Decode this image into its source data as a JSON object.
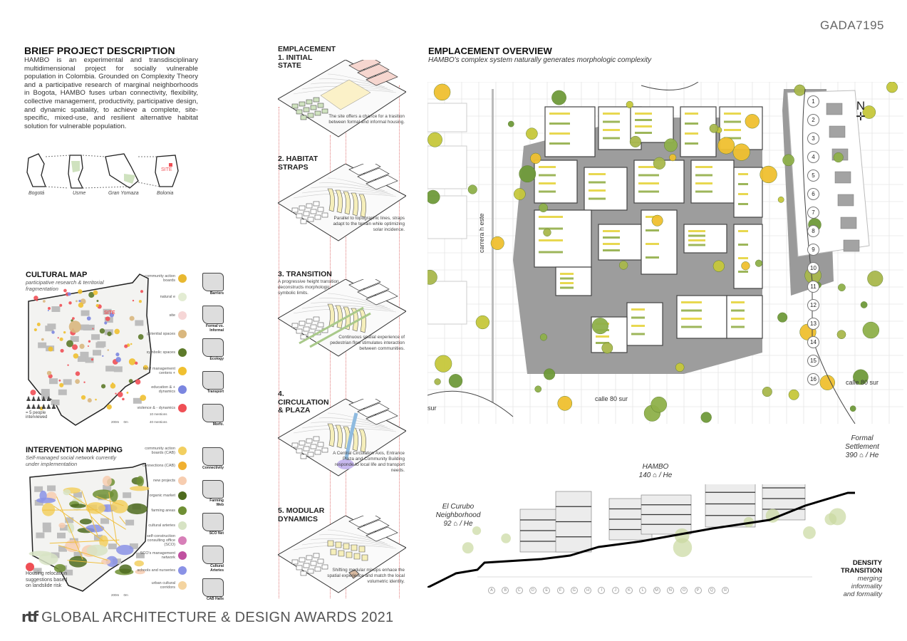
{
  "header": {
    "code": "GADA7195"
  },
  "brief": {
    "title": "BRIEF PROJECT DESCRIPTION",
    "body": "HAMBO is an experimental and transdisciplinary multidimensional project for socially vulnerable population in Colombia. Grounded on Complexity Theory and a participative research of marginal neighborhoods in Bogota, HAMBO fuses urban connectivity, flexibility, collective management, productivity, participative design, and dynamic spatiality, to achieve a complete, site-specific, mixed-use, and resilient alternative habitat solution for vulnerable population.",
    "locations": [
      "Bogotá",
      "Usme",
      "Gran Yomaza",
      "Bolonia"
    ],
    "site_label": "SITE"
  },
  "cultural_map": {
    "title": "CULTURAL MAP",
    "subtitle": "participative research & territorial fragmentation",
    "site_label": "SITE",
    "legend": [
      {
        "label": "community action boards",
        "color": "#e8b830"
      },
      {
        "label": "natural e",
        "color": "#e3ecd3"
      },
      {
        "label": "site",
        "color": "#f6d6d6"
      },
      {
        "label": "potential spaces",
        "color": "#d9b77e"
      },
      {
        "label": "symbolic spaces",
        "color": "#5d7a2a"
      },
      {
        "label": "local management centers +",
        "color": "#f0c030"
      },
      {
        "label": "education & + dynamics",
        "color": "#7b86e0"
      },
      {
        "label": "violence & - dynamics",
        "color": "#ef4f55"
      }
    ],
    "people_note": "= 5 people interviewed",
    "scale": [
      "200m",
      "0m"
    ],
    "mentions": [
      "10 mentions",
      "40 mentions"
    ],
    "thumbs": [
      "Barriers",
      "Formal vs. Informal",
      "Ecology",
      "Transport",
      "Morfo."
    ]
  },
  "intervention": {
    "title": "INTERVENTION MAPPING",
    "subtitle": "Self-managed social network currently under implementation",
    "legend": [
      {
        "label": "community action boards (CAB)",
        "color": "#f2cf60"
      },
      {
        "label": "connections (CAB)",
        "color": "#f0b030"
      },
      {
        "label": "new projects",
        "color": "#f7cdb0"
      },
      {
        "label": "organic market",
        "color": "#4e6b1e"
      },
      {
        "label": "farming areas",
        "color": "#6f8f34"
      },
      {
        "label": "cultural arteries",
        "color": "#d7e3c4"
      },
      {
        "label": "self-construction consulting office (SCO)",
        "color": "#d77fb8"
      },
      {
        "label": "SCO's management network",
        "color": "#c050a0"
      },
      {
        "label": "schools and nurseries",
        "color": "#8a92e6"
      },
      {
        "label": "urban cultural corridors",
        "color": "#f4d4a0"
      }
    ],
    "housing_note": "Housing relocation suggestions based on landslide risk",
    "scale": [
      "200m",
      "0m"
    ],
    "thumbs": [
      "Connectivity",
      "Farming Web",
      "SCO Net",
      "Cultural Arteries",
      "CAB Halls"
    ]
  },
  "steps": [
    {
      "title": "EMPLACEMENT 1. INITIAL STATE",
      "caption": "The site offers a chance for a trasition between formal and informal housing."
    },
    {
      "title": "2. HABITAT STRAPS",
      "caption": "Parallel to topographic lines, straps adapt to the terrain while optimizing solar incidence."
    },
    {
      "title": "3. TRANSITION",
      "desc": "A progressive height transition deconstructs morphologic and symbolic limits.",
      "caption": "Continuous spatial experience of pedestrian flow stimulates interaction between communities."
    },
    {
      "title": "4. CIRCULATION & PLAZA",
      "caption": "A Central Circulation Axis, Entrance Plaza and Community Building responde to local life and transport needs."
    },
    {
      "title": "5. MODULAR DYNAMICS",
      "caption": "Shifting modular mixups enhace the spatial experience and match the local volumetric identity."
    }
  ],
  "overview": {
    "title": "EMPLACEMENT OVERVIEW",
    "subtitle": "HAMBO's complex system naturally generates morphologic complexity",
    "streets": {
      "carrera": "carrera h este",
      "calle": "calle 80 sur",
      "calle_right": "calle 80 sur",
      "left_cut": "sur"
    },
    "north": "N",
    "grid_numbers": [
      "1",
      "2",
      "3",
      "4",
      "5",
      "6",
      "7",
      "8",
      "9",
      "10",
      "11",
      "12",
      "13",
      "14",
      "15",
      "16"
    ]
  },
  "section": {
    "curubo": {
      "name": "El Curubo Neighborhood",
      "density": "92",
      "unit": "/ He"
    },
    "hambo": {
      "name": "HAMBO",
      "density": "140",
      "unit": "/ He"
    },
    "formal": {
      "name": "Formal Settlement",
      "density": "390",
      "unit": "/ He"
    },
    "grid_letters": [
      "A",
      "B",
      "C",
      "D",
      "E",
      "F",
      "G",
      "H",
      "I",
      "J",
      "K",
      "L",
      "M",
      "N",
      "O",
      "P",
      "Q",
      "R"
    ],
    "density_title": "DENSITY TRANSITION",
    "density_sub": "merging informality and formality"
  },
  "footer": {
    "logo": "rtf",
    "text": "GLOBAL ARCHITECTURE & DESIGN AWARDS 2021"
  }
}
